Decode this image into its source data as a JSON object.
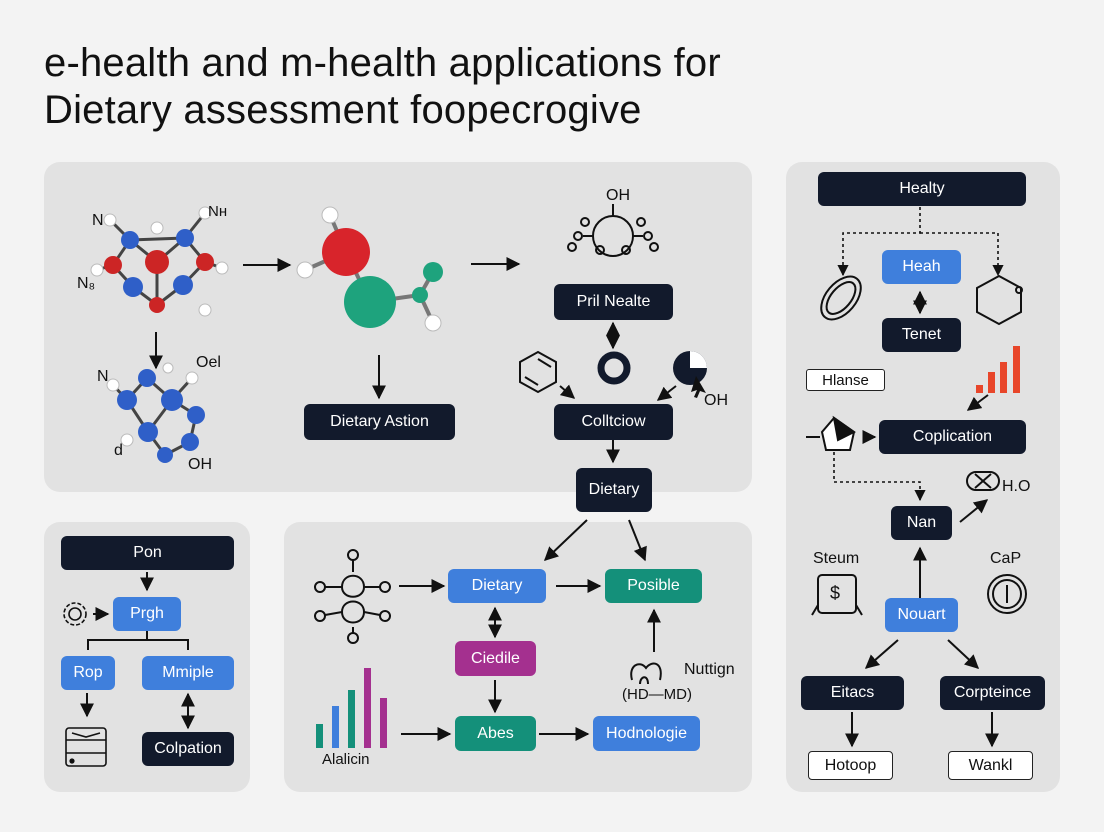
{
  "title": {
    "line1": "e-health and m-health applications for",
    "line2": "Dietary assessment foopecrogive"
  },
  "top_panel": {
    "atom_labels": {
      "n1": "N",
      "nh": "Nн",
      "n2": "N₈",
      "n3": "N",
      "oel": "Oel",
      "d": "d",
      "oh1": "OH",
      "oh2": "OH",
      "oh3": "OH"
    },
    "dietary_astion": "Dietary Astion",
    "pril_nealte": "Pril Nealte",
    "colleciow": "Colltciow",
    "dietary": "Dietary"
  },
  "right_panel": {
    "healty": "Healty",
    "heah": "Heah",
    "tenet": "Tenet",
    "hlanse": "Hlanse",
    "coplication": "Coplication",
    "h2o": "H.O",
    "nan": "Nan",
    "steum": "Steum",
    "cap": "CaP",
    "nouart": "Nouart",
    "eitacs": "Eitacs",
    "corpteince": "Corpteince",
    "hotoop": "Hotoop",
    "wankl": "Wankl",
    "bar_color": "#e8462a"
  },
  "left_bottom_panel": {
    "pon": "Pon",
    "prgh": "Prgh",
    "rop": "Rop",
    "mmiple": "Mmiple",
    "colpation": "Colpation"
  },
  "center_bottom_panel": {
    "dietary": "Dietary",
    "posible": "Posible",
    "ciedile": "Ciedile",
    "abes": "Abes",
    "hodnologie": "Hodnologie",
    "nuttign": "Nuttign",
    "hd_md": "(HD—MD)",
    "alalicin": "Alalicin"
  }
}
